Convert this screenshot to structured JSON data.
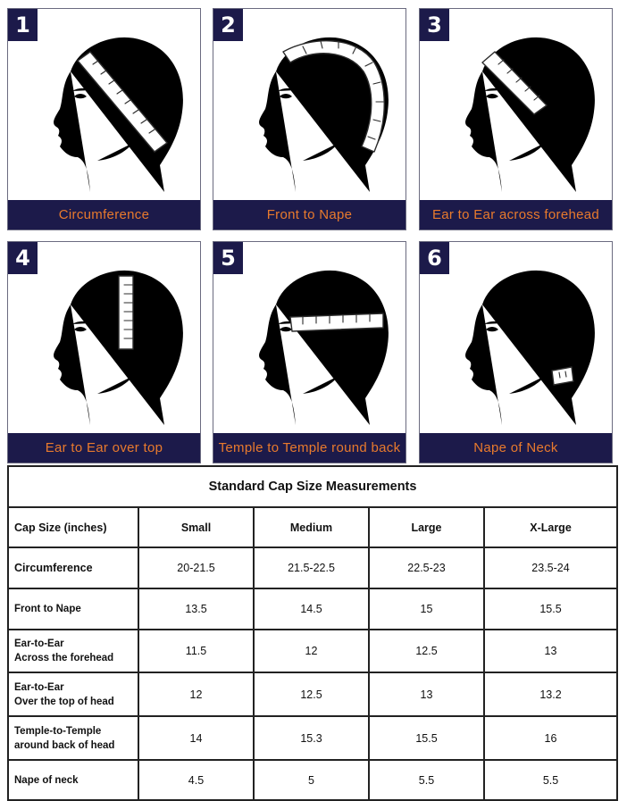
{
  "panels": [
    {
      "number": "1",
      "caption": "Circumference"
    },
    {
      "number": "2",
      "caption": "Front to Nape"
    },
    {
      "number": "3",
      "caption": "Ear to Ear across forehead"
    },
    {
      "number": "4",
      "caption": "Ear to Ear over top"
    },
    {
      "number": "5",
      "caption": "Temple to Temple round back"
    },
    {
      "number": "6",
      "caption": "Nape of Neck"
    }
  ],
  "table": {
    "title": "Standard Cap Size Measurements",
    "headers": [
      "Cap Size (inches)",
      "Small",
      "Medium",
      "Large",
      "X-Large"
    ],
    "rows": [
      {
        "label": "Circumference",
        "values": [
          "20-21.5",
          "21.5-22.5",
          "22.5-23",
          "23.5-24"
        ]
      },
      {
        "label": "Front to Nape",
        "values": [
          "13.5",
          "14.5",
          "15",
          "15.5"
        ]
      },
      {
        "label": "Ear-to-Ear\n  Across the forehead",
        "values": [
          "11.5",
          "12",
          "12.5",
          "13"
        ]
      },
      {
        "label": "Ear-to-Ear\n  Over the top of head",
        "values": [
          "12",
          "12.5",
          "13",
          "13.2"
        ]
      },
      {
        "label": "Temple-to-Temple\n  around back of head",
        "values": [
          "14",
          "15.3",
          "15.5",
          "16"
        ]
      },
      {
        "label": "Nape of neck",
        "values": [
          "4.5",
          "5",
          "5.5",
          "5.5"
        ]
      }
    ]
  }
}
